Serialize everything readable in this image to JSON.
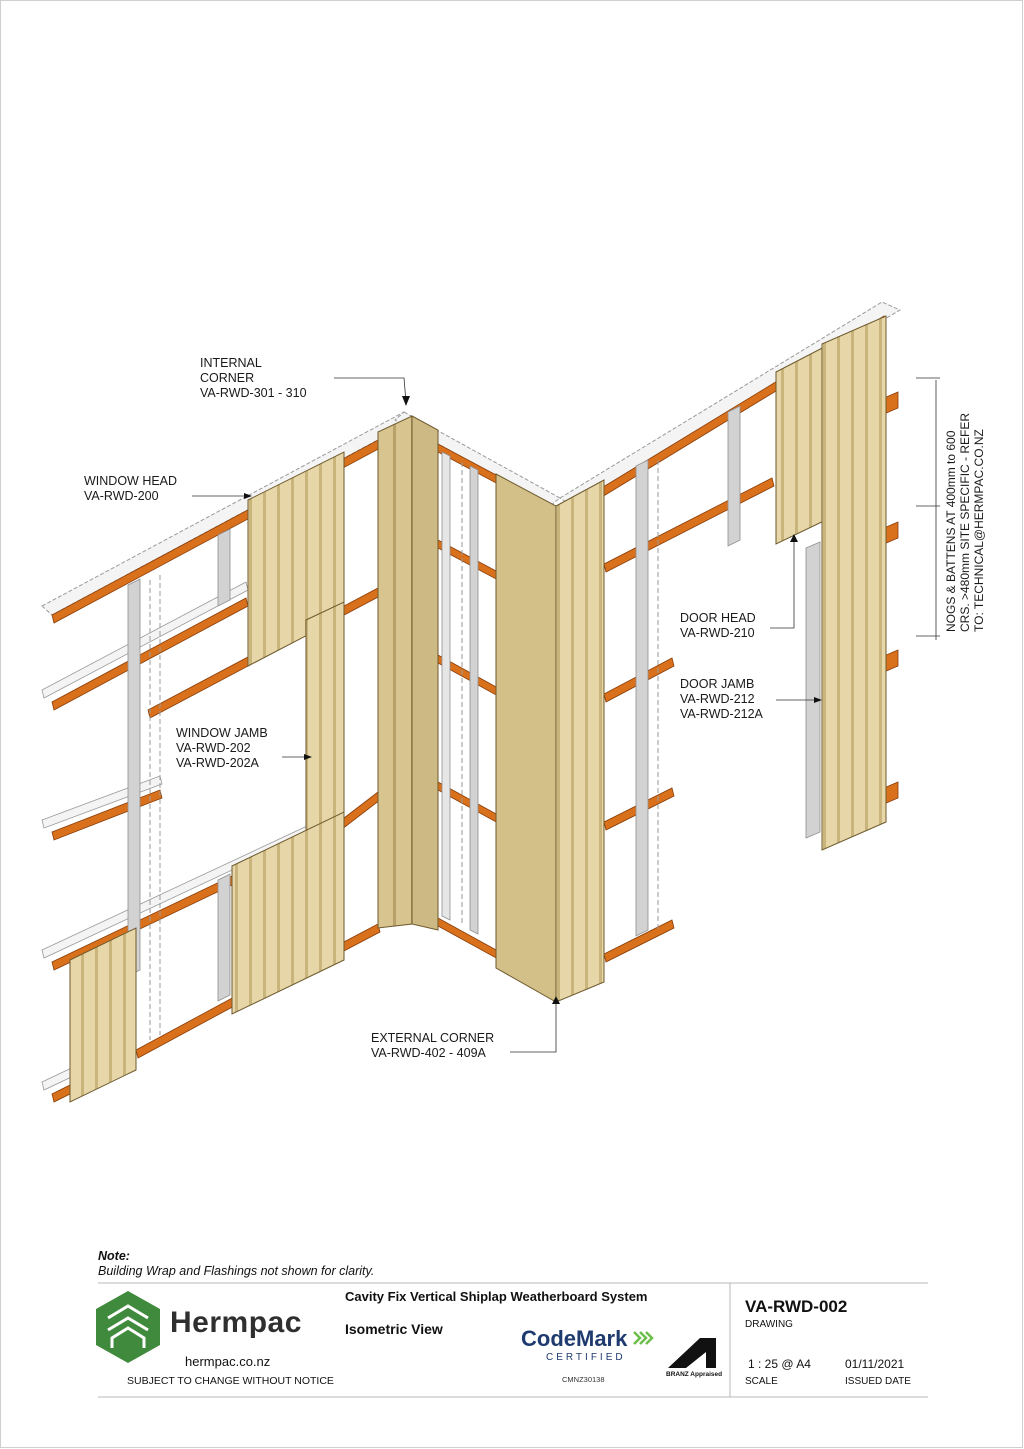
{
  "annotations": {
    "internal_corner": {
      "title": "INTERNAL",
      "line2": "CORNER",
      "code": "VA-RWD-301 - 310"
    },
    "window_head": {
      "title": "WINDOW HEAD",
      "code": "VA-RWD-200"
    },
    "window_jamb": {
      "title": "WINDOW JAMB",
      "code1": "VA-RWD-202",
      "code2": "VA-RWD-202A"
    },
    "external_corner": {
      "title": "EXTERNAL CORNER",
      "code": "VA-RWD-402 - 409A"
    },
    "door_head": {
      "title": "DOOR HEAD",
      "code": "VA-RWD-210"
    },
    "door_jamb": {
      "title": "DOOR JAMB",
      "code1": "VA-RWD-212",
      "code2": "VA-RWD-212A"
    },
    "nogs": {
      "line1": "NOGS & BATTENS AT 400mm to 600",
      "line2": "CRS. >480mm SITE SPECIFIC - REFER",
      "line3": "TO: TECHNICAL@HERMPAC.CO.NZ"
    }
  },
  "note": {
    "heading": "Note:",
    "text": "Building Wrap and Flashings not shown for clarity."
  },
  "title_block": {
    "brand": "Hermpac",
    "website": "hermpac.co.nz",
    "disclaimer": "SUBJECT TO CHANGE WITHOUT NOTICE",
    "system_title": "Cavity Fix Vertical Shiplap Weatherboard System",
    "view_title": "Isometric View",
    "codemark": "CodeMark",
    "codemark_certified": "CERTIFIED",
    "codemark_number": "CMNZ30138",
    "branz": "BRANZ Appraised",
    "drawing_number": "VA-RWD-002",
    "drawing_label": "DRAWING",
    "scale_value": "1 : 25 @ A4",
    "scale_label": "SCALE",
    "date_value": "01/11/2021",
    "date_label": "ISSUED DATE"
  },
  "colors": {
    "batten": "#d9711c",
    "batten_dark": "#a94e10",
    "cladding": "#e6d6a8",
    "cladding_shade": "#cdb983",
    "brand_green": "#3f8a3c",
    "codemark_blue": "#1e3a6e"
  }
}
